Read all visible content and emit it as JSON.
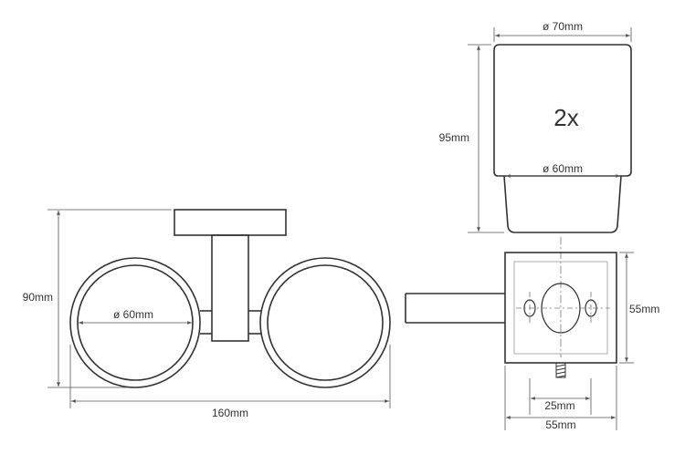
{
  "labels": {
    "cup_height": "95mm",
    "cup_top_diameter": "ø 70mm",
    "cup_quantity": "2x",
    "cup_bottom_diameter": "ø 60mm",
    "holder_height": "90mm",
    "ring_inner_diameter": "ø 60mm",
    "holder_width": "160mm",
    "plate_height": "55mm",
    "screw_spacing": "25mm",
    "plate_width": "55mm"
  },
  "colors": {
    "outline": "#333333",
    "dimension": "#555555",
    "centerline": "#777777"
  }
}
